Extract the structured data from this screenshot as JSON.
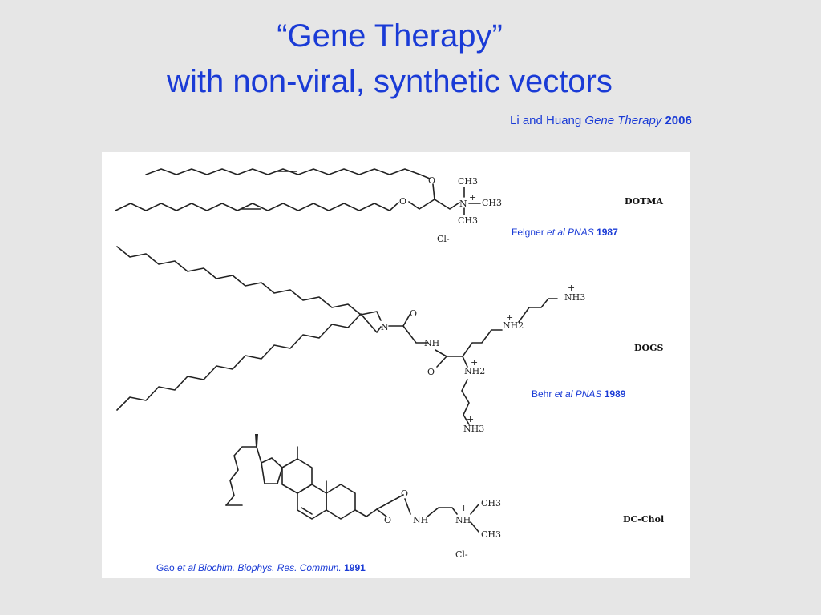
{
  "slide": {
    "title_line1": "“Gene Therapy”",
    "title_line2": "with non-viral, synthetic vectors",
    "main_citation": {
      "authors": "Li and Huang ",
      "journal": "Gene Therapy",
      "year": "2006"
    }
  },
  "figure": {
    "compounds": [
      {
        "name": "DOTMA",
        "counter_ion": "Cl-"
      },
      {
        "name": "DOGS"
      },
      {
        "name": "DC-Chol",
        "counter_ion": "Cl-"
      }
    ],
    "citations": [
      {
        "authors": "Felgner ",
        "etal": "et al PNAS",
        "year": "1987"
      },
      {
        "authors": "Behr ",
        "etal": "et al PNAS",
        "year": "1989"
      },
      {
        "authors": "Gao ",
        "etal": "et al Biochim. Biophys. Res. Commun.",
        "year": "1991"
      }
    ],
    "atom_labels": {
      "O": "O",
      "N": "N",
      "NH": "NH",
      "CH3": "CH3",
      "NH2": "NH2",
      "NH3": "NH3",
      "plus": "+"
    }
  },
  "colors": {
    "background": "#e6e6e6",
    "accent": "#1a3bd6",
    "panel": "#ffffff"
  }
}
